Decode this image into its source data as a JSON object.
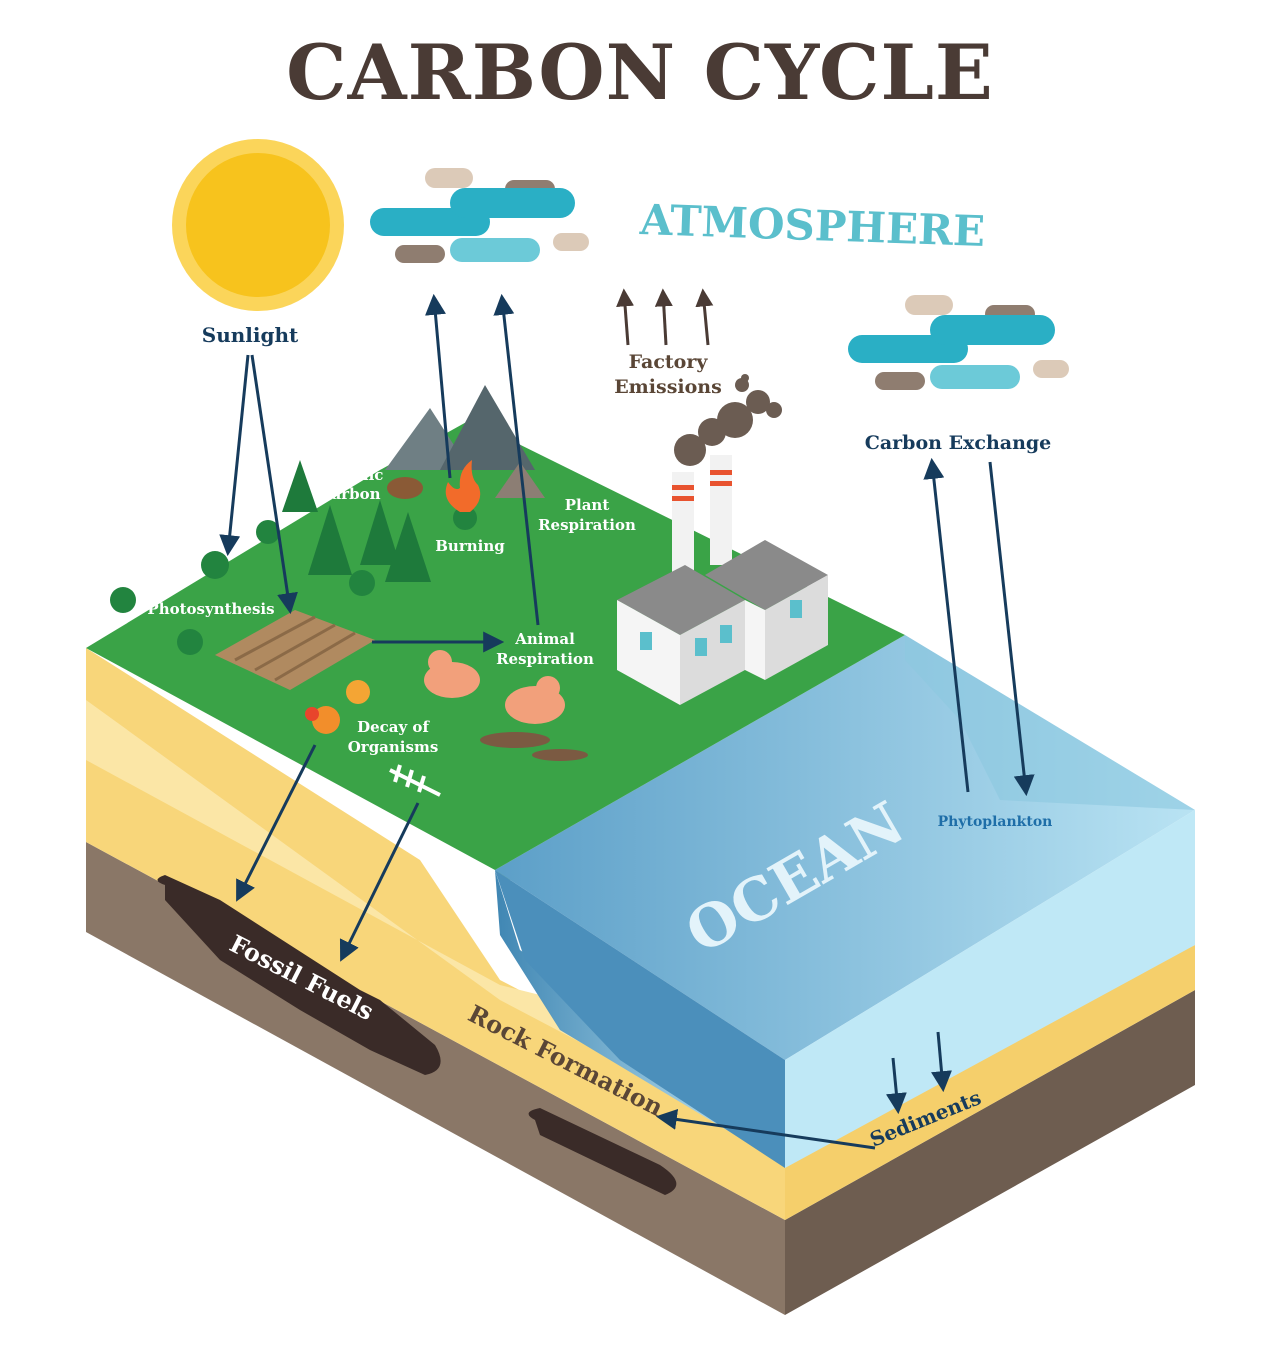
{
  "title": "CARBON CYCLE",
  "labels": {
    "atmosphere": "ATMOSPHERE",
    "sunlight": "Sunlight",
    "organic_carbon_1": "Organic",
    "organic_carbon_2": "Carbon",
    "burning": "Burning",
    "plant_respiration_1": "Plant",
    "plant_respiration_2": "Respiration",
    "photosynthesis": "Photosynthesis",
    "animal_respiration_1": "Animal",
    "animal_respiration_2": "Respiration",
    "decay_1": "Decay of",
    "decay_2": "Organisms",
    "factory_emissions_1": "Factory",
    "factory_emissions_2": "Emissions",
    "carbon_exchange": "Carbon Exchange",
    "phytoplankton": "Phytoplankton",
    "ocean": "OCEAN",
    "fossil_fuels": "Fossil Fuels",
    "rock_formation": "Rock Formation",
    "sediments": "Sediments"
  },
  "colors": {
    "title": "#4a3b35",
    "atmosphere": "#5bbfcc",
    "label_dark": "#163b5c",
    "label_white": "#ffffff",
    "label_brown": "#5a4636",
    "arrow": "#163b5c",
    "grass": "#3aa347",
    "grass_light": "#76c043",
    "sand": "#f8d67a",
    "soil": "#8a7767",
    "ocean": "#4b94c0",
    "ocean_light": "#a9dcef",
    "sun": "#f7c31d",
    "cloud_blue": "#2aafc5",
    "cloud_brown": "#8f7d70",
    "cloud_beige": "#dccab8",
    "fossil": "#3a2b28",
    "phytoplankton": "#1e6ea8"
  }
}
